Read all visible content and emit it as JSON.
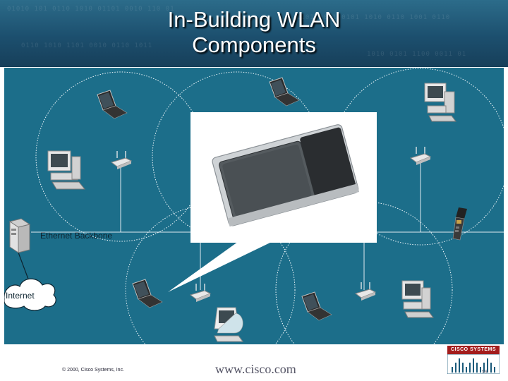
{
  "slide": {
    "title": "In-Building WLAN\nComponents",
    "backbone_label": "Ethernet Backbone",
    "internet_label": "Internet",
    "footer_copyright": "© 2000, Cisco Systems, Inc.",
    "footer_url": "www.cisco.com",
    "page_number": "59",
    "logo_text": "CISCO SYSTEMS"
  },
  "colors": {
    "header": "#1c4f6e",
    "stage": "#1c6e8a",
    "logo_red": "#a31d1d"
  },
  "icons": {
    "laptop": "laptop-icon",
    "desktop": "desktop-pc-icon",
    "access_point": "access-point-icon",
    "server": "server-icon",
    "cloud": "cloud-icon",
    "handheld": "handheld-scanner-icon",
    "pc_card": "wireless-pc-card"
  }
}
